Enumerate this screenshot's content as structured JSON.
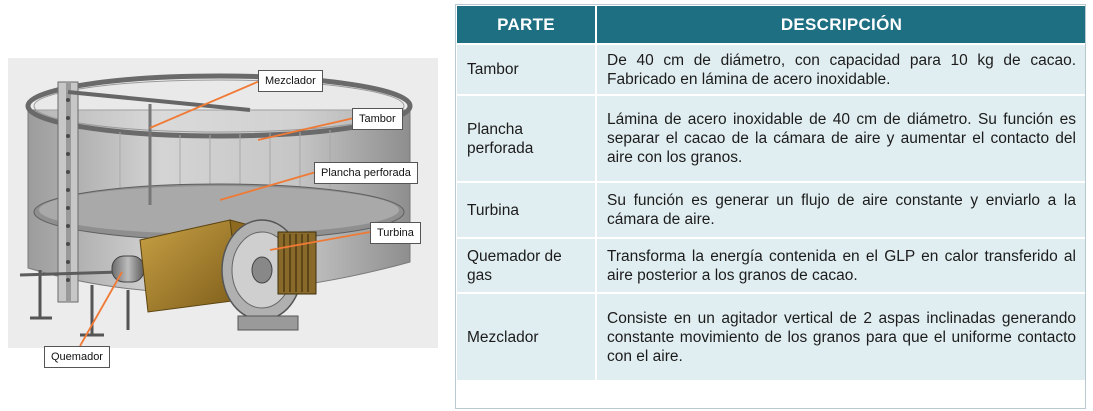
{
  "figure": {
    "labels": {
      "mezclador": "Mezclador",
      "tambor": "Tambor",
      "plancha": "Plancha perforada",
      "turbina": "Turbina",
      "quemador": "Quemador"
    },
    "colors": {
      "leader_line": "#f07a35",
      "fan_housing": "#b58a2a"
    }
  },
  "table": {
    "headers": [
      "PARTE",
      "DESCRIPCIÓN"
    ],
    "rows": [
      {
        "part": "Tambor",
        "description": "De 40 cm de diámetro, con capacidad para 10 kg de cacao. Fabricado en lámina de acero inoxidable."
      },
      {
        "part": "Plancha perforada",
        "description": "Lámina de acero inoxidable de 40 cm de diámetro. Su función es separar el cacao de la cámara de aire y aumentar el contacto del aire con los granos."
      },
      {
        "part": "Turbina",
        "description": "Su función es generar un flujo de aire constante y enviarlo a la cámara de aire."
      },
      {
        "part": "Quemador de gas",
        "description": "Transforma la energía contenida en el GLP en calor transferido al aire posterior a los granos de cacao."
      },
      {
        "part": "Mezclador",
        "description": "Consiste en un agitador vertical de 2 aspas inclinadas generando constante movimiento de los granos para que el uniforme contacto con el aire."
      }
    ],
    "colors": {
      "header_bg": "#1f6f83",
      "cell_bg": "#e1eef1"
    }
  }
}
